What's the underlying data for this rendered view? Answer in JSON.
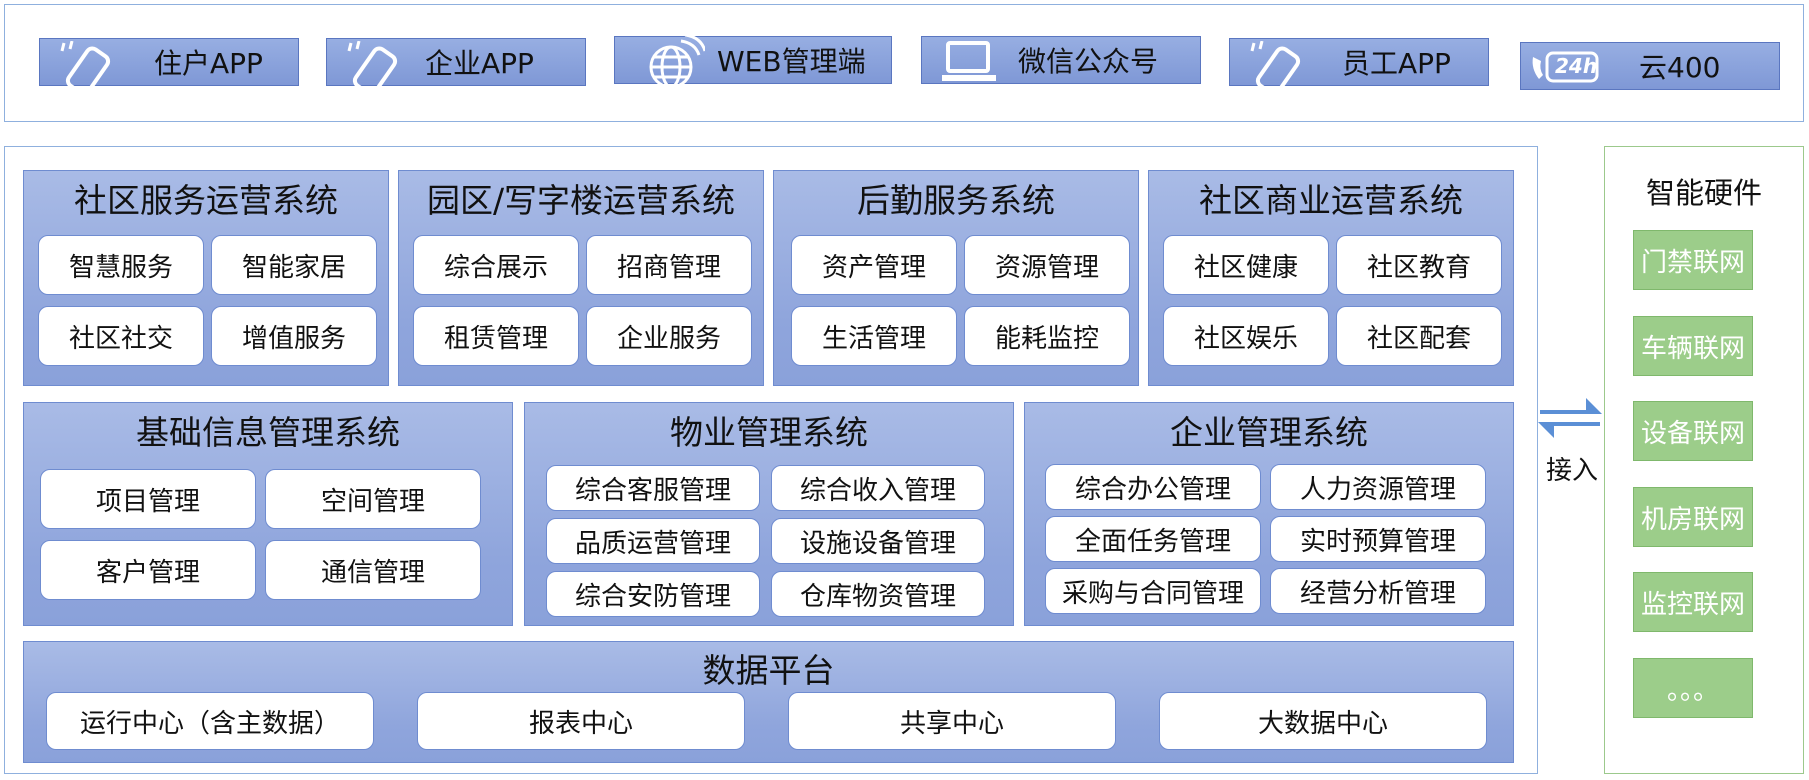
{
  "channels": [
    {
      "icon": "phone-icon",
      "label": "住户APP"
    },
    {
      "icon": "phone-icon",
      "label": "企业APP"
    },
    {
      "icon": "globe-icon",
      "label": "WEB管理端"
    },
    {
      "icon": "laptop-icon",
      "label": "微信公众号"
    },
    {
      "icon": "phone-icon",
      "label": "员工APP"
    },
    {
      "icon": "hotline-24h-icon",
      "badge": "24h",
      "label": "云400"
    }
  ],
  "systems_row1": [
    {
      "title": "社区服务运营系统",
      "modules": [
        "智慧服务",
        "智能家居",
        "社区社交",
        "增值服务"
      ]
    },
    {
      "title": "园区/写字楼运营系统",
      "modules": [
        "综合展示",
        "招商管理",
        "租赁管理",
        "企业服务"
      ]
    },
    {
      "title": "后勤服务系统",
      "modules": [
        "资产管理",
        "资源管理",
        "生活管理",
        "能耗监控"
      ]
    },
    {
      "title": "社区商业运营系统",
      "modules": [
        "社区健康",
        "社区教育",
        "社区娱乐",
        "社区配套"
      ]
    }
  ],
  "systems_row2": [
    {
      "title": "基础信息管理系统",
      "modules": [
        "项目管理",
        "空间管理",
        "客户管理",
        "通信管理"
      ]
    },
    {
      "title": "物业管理系统",
      "modules": [
        "综合客服管理",
        "综合收入管理",
        "品质运营管理",
        "设施设备管理",
        "综合安防管理",
        "仓库物资管理"
      ]
    },
    {
      "title": "企业管理系统",
      "modules": [
        "综合办公管理",
        "人力资源管理",
        "全面任务管理",
        "实时预算管理",
        "采购与合同管理",
        "经营分析管理"
      ]
    }
  ],
  "data_platform": {
    "title": "数据平台",
    "modules": [
      "运行中心（含主数据）",
      "报表中心",
      "共享中心",
      "大数据中心"
    ]
  },
  "access": {
    "label": "接入",
    "icon": "bidirectional-arrows-icon",
    "color": "#5b8fd6"
  },
  "hardware": {
    "title": "智能硬件",
    "items": [
      "门禁联网",
      "车辆联网",
      "设备联网",
      "机房联网",
      "监控联网",
      "。。。"
    ]
  },
  "colors": {
    "module_fill": "#8fa5dc",
    "channel_fill": "#8aa1da",
    "hardware_fill": "#9ccd8a",
    "frame_border": "#8fb0de",
    "hardware_border": "#9cc98c"
  }
}
